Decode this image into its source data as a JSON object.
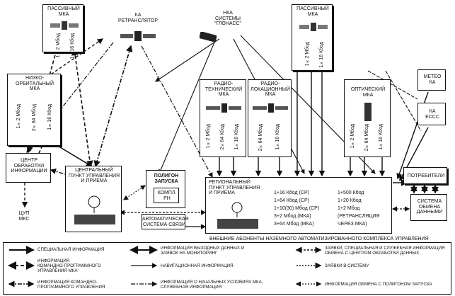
{
  "nodes": {
    "passive_left": {
      "title": "ПАССИВНЫЙ\nМКА",
      "rates": [
        "1×2 Мбод",
        "1×16 Кбод"
      ]
    },
    "relay": {
      "title": "КА\nРЕТРАНСЛЯТОР"
    },
    "glonass": {
      "title": "НКА\nСИСТЕМЫ\n\"ГЛОНАСС\""
    },
    "passive_right": {
      "title": "ПАССИВНЫЙ\nМКА",
      "rates": [
        "1×2 Мбод",
        "1×16 Кбод"
      ]
    },
    "low_orbit": {
      "title": "НИЗКО-\nОРБИТАЛЬНЫЙ\nМКА",
      "rates": [
        "1×2 Мбод",
        "2×64 Мбод",
        "1×16 Кбод"
      ]
    },
    "radiotech": {
      "title": "РАДИО-\nТЕХНИЧЕСКИЙ\nМКА",
      "rates": [
        "1×2 Мбод",
        "2×64 Кбод",
        "1×16 Кбод"
      ]
    },
    "radar": {
      "title": "РАДИО-\nЛОКАЦИОННЫЙ\nМКА",
      "rates": [
        "2×64 Мбод",
        "1×16 Кбод"
      ]
    },
    "optical": {
      "title": "ОПТИЧЕСКИЙ\nМКА",
      "rates": [
        "1×2 Мбод",
        "2×64 Мбод",
        "1×16 Кбод"
      ]
    },
    "meteo": {
      "title": "МЕТЕО\nКА"
    },
    "ka_essc": {
      "title": "КА\nЕССС"
    },
    "center": {
      "title": "ЦЕНТР\nОБРАБОТКИ\nИНФОРМАЦИИ"
    },
    "central": {
      "title": "ЦЕНТРАЛЬНЫЙ\nПУНКТ УПРАВЛЕНИЯ\nИ ПРИЕМА"
    },
    "polygon": {
      "title": "ПОЛИГОН\nЗАПУСКА",
      "inner": "КОМПЛ.\nРН"
    },
    "regional": {
      "title": "РЕГИОНАЛЬНЫЙ\nПУНКТ УПРАВЛЕНИЯ\nИ ПРИЕМА",
      "col1": [
        "1+16 Кбод (СР)",
        "1+64 Кбод (СР)",
        "1+10(30) Мбод (СР)",
        "3+2 Мбод (МКА)",
        "3+64 Мбод (МКА)"
      ],
      "col2": [
        "1+500 Кбод",
        "1+20 Кбод",
        "1+2 Мбод",
        "(РЕТРАНСЛЯЦИЯ",
        "ЧЕРЕЗ МКА)"
      ]
    },
    "consumers": {
      "title": "ПОТРЕБИТЕЛИ"
    },
    "exchange": {
      "title": "СИСТЕМА\nОБМЕНА\nДАННЫМИ"
    },
    "tsup": {
      "title": "ЦУП\nМКС"
    },
    "auto_comm": {
      "title": "АВТОМАТИЧЕСКАЯ\nСИСТЕМА СВЯЗИ"
    },
    "external": {
      "title": "ВНЕШНИЕ АБОНЕНТЫ НАЗЕМНОГО АВТОМАТИЗИРОВАННОГО КОМПЛЕКСА УПРАВЛЕНИЯ"
    }
  },
  "legend": [
    {
      "label": "СПЕЦИАЛЬНАЯ ИНФОРМАЦИЯ"
    },
    {
      "label": "ИНФОРМАЦИЯ ВЫХОДНЫХ ДАННЫХ И\nЗАЯВОК НА МОНИТОРИНГ"
    },
    {
      "label": "ЗАЯВКИ, СПЕЦИАЛЬНАЯ И СЛУЖЕБНАЯ ИНФОРМАЦИЯ\nОБМЕНА С ЦЕНТРОМ ОБРАБОТКИ ДАННЫХ"
    },
    {
      "label": "ИНФОРМАЦИЯ\nКОМАНДНО-ПРОГРАММНОГО\nУПРАВЛЕНИЯ МКА"
    },
    {
      "label": "НАВИГАЦИОННАЯ ИНФОРМАЦИЯ"
    },
    {
      "label": "ЗАЯВКИ В СИСТЕМУ"
    },
    {
      "label": "ИНФОРМАЦИЯ КОМАНДНО-\nПРОГРАММНОГО УПРАВЛЕНИЯ"
    },
    {
      "label": "ИНФОРМАЦИЯ О НАЧАЛЬНЫХ УСЛОВИЯХ МКА,\nСЛУЖЕБНАЯ ИНФОРМАЦИЯ"
    },
    {
      "label": "ИНФОРМАЦИЯ ОБМЕНА С ПОЛИГОНОМ ЗАПУСКА"
    }
  ]
}
